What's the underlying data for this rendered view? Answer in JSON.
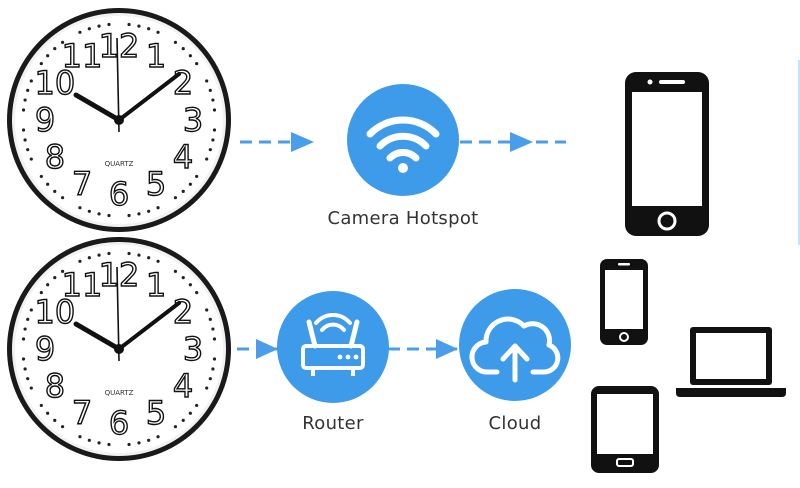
{
  "labels": {
    "hotspot": "Camera Hotspot",
    "router": "Router",
    "cloud": "Cloud"
  },
  "clock": {
    "brand": "QUARTZ",
    "numerals": [
      "12",
      "1",
      "2",
      "3",
      "4",
      "5",
      "6",
      "7",
      "8",
      "9",
      "10",
      "11"
    ]
  },
  "colors": {
    "accent": "#3d9be9",
    "dash": "#4a9de8",
    "device": "#111111"
  },
  "icons": {
    "hotspot": "wifi-icon",
    "router": "router-icon",
    "cloud": "cloud-upload-icon",
    "phone": "smartphone-icon",
    "laptop": "laptop-icon",
    "tablet": "tablet-icon"
  }
}
